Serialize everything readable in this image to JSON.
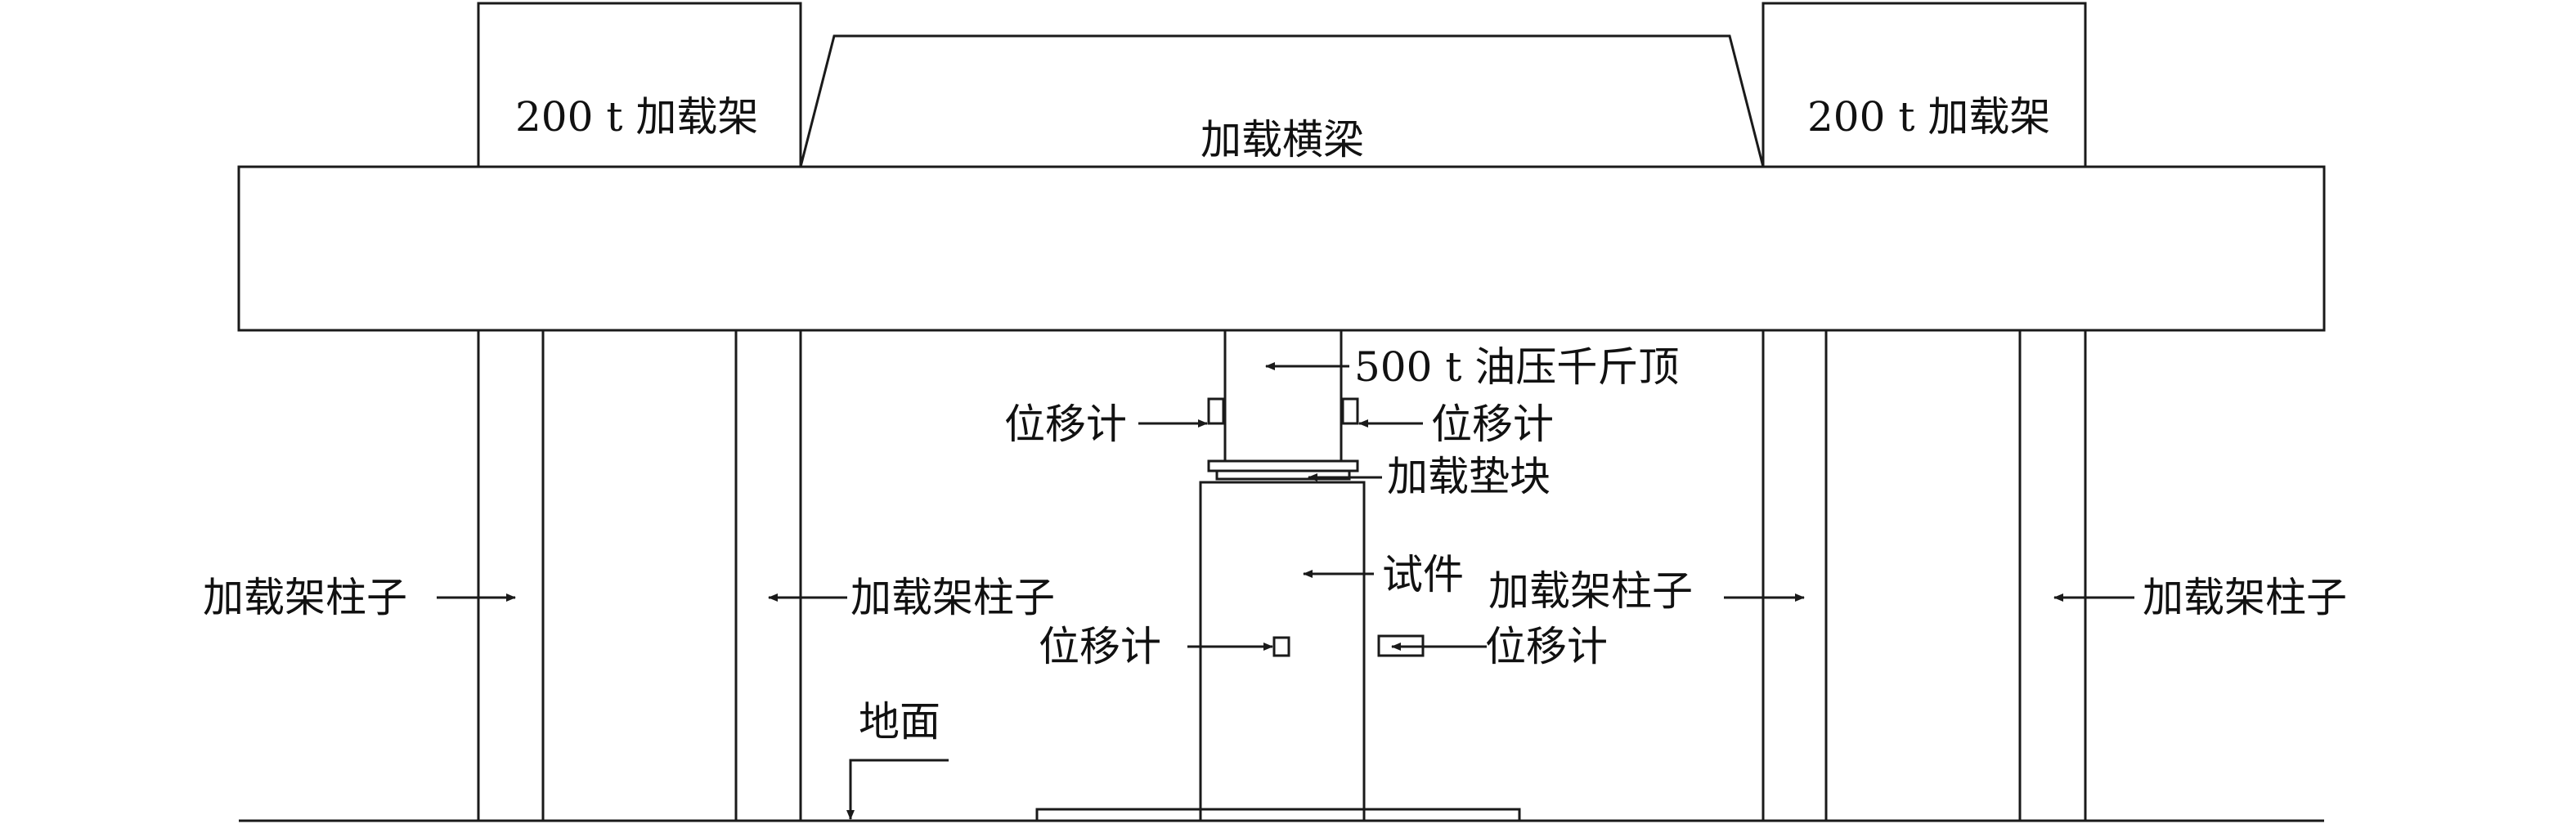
{
  "diagram": {
    "labels": {
      "load_frame_left": "200 t 加载架",
      "load_frame_right": "200 t 加载架",
      "loading_beam": "加载横梁",
      "jack": "500 t 油压千斤顶",
      "disp_upper_left": "位移计",
      "disp_upper_right": "位移计",
      "load_pad": "加载垫块",
      "specimen": "试件",
      "disp_lower_left": "位移计",
      "disp_lower_right": "位移计",
      "column_1": "加载架柱子",
      "column_2": "加载架柱子",
      "column_3": "加载架柱子",
      "column_4": "加载架柱子",
      "ground": "地面"
    },
    "colors": {
      "line": "#1a1a1a",
      "background": "#ffffff"
    }
  }
}
